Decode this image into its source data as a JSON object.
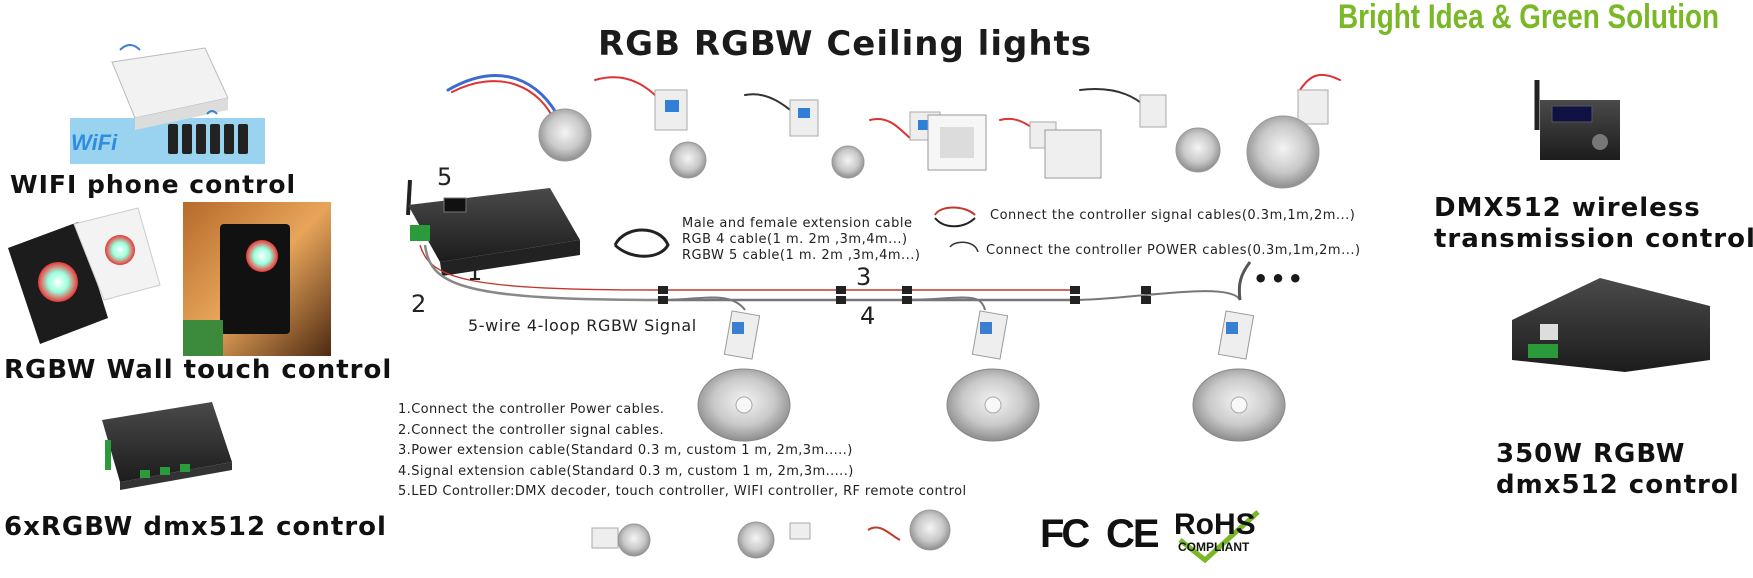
{
  "title": "RGB RGBW Ceiling lights",
  "tagline": "Bright  Idea & Green  Solution",
  "left_labels": {
    "wifi": "WIFI phone control",
    "wall": "RGBW Wall touch  control",
    "dmx6": "6xRGBW dmx512 control"
  },
  "right_labels": {
    "dmx_wireless_line1": "DMX512 wireless",
    "dmx_wireless_line2": "transmission control",
    "rgbw350_line1": "350W RGBW",
    "rgbw350_line2": "dmx512 control"
  },
  "wifi_badge": "WiFi",
  "cables": {
    "ext_line1": "Male and female extension cable",
    "ext_line2": "RGB 4 cable(1 m.  2m ,3m,4m...)",
    "ext_line3": "RGBW 5 cable(1 m.  2m ,3m,4m...)",
    "signal": "Connect the controller signal cables(0.3m,1m,2m...)",
    "power": "Connect the controller POWER cables(0.3m,1m,2m...)"
  },
  "numbers": {
    "n1": "1",
    "n2": "2",
    "n3": "3",
    "n4": "4",
    "n5": "5"
  },
  "ellipsis": "•••",
  "loop_label": "5-wire 4-loop RGBW Signal",
  "steps": [
    "1.Connect the controller Power cables.",
    "2.Connect the controller signal cables.",
    "3.Power extension cable(Standard 0.3 m, custom 1 m, 2m,3m.....)",
    "4.Signal  extension cable(Standard 0.3 m, custom 1 m, 2m,3m.....)",
    "5.LED Controller:DMX decoder, touch controller, WIFI controller, RF remote control"
  ],
  "certs": {
    "fc": "FC",
    "ce": "CE",
    "rohs": "RoHS",
    "rohs_sub": "COMPLIANT"
  },
  "colors": {
    "tagline_green": "#7ab828",
    "driver_blue": "#3a7fd0",
    "cable_red": "#c0392b"
  }
}
